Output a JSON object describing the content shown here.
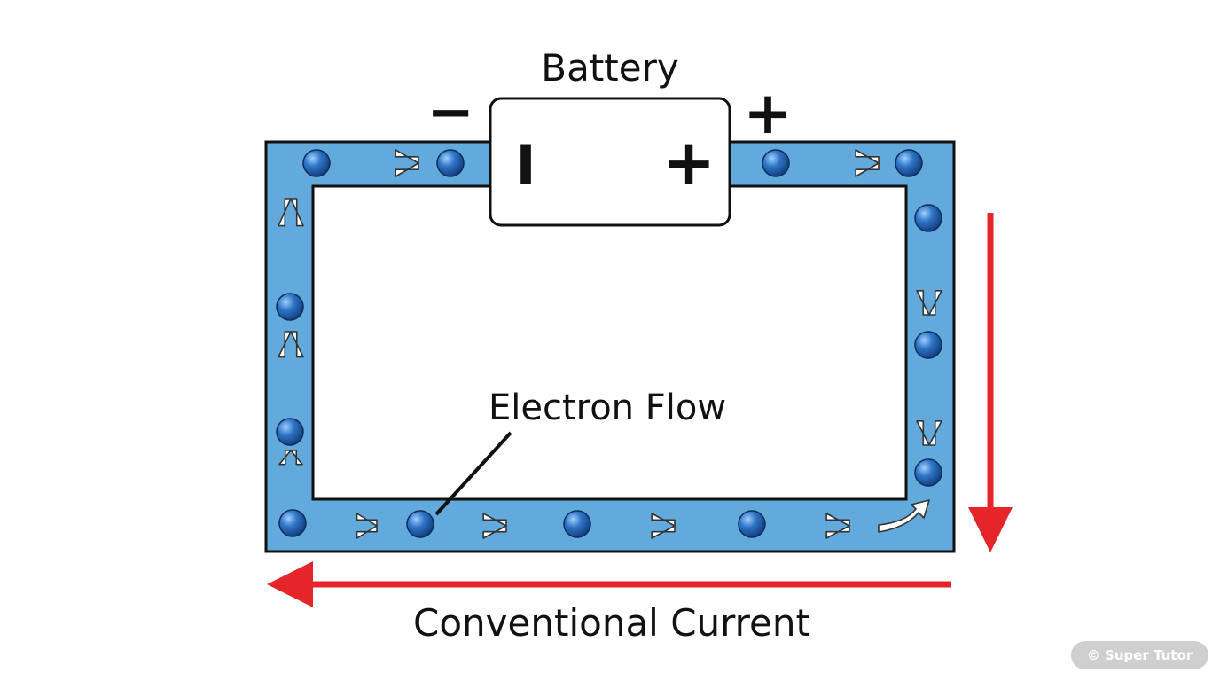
{
  "diagram": {
    "title": "Battery",
    "battery": {
      "negative_terminal": "−",
      "positive_terminal": "+",
      "inner_negative": "I",
      "inner_positive": "+"
    },
    "electron_flow_label": "Electron Flow",
    "conventional_current_label": "Conventional Current",
    "colors": {
      "wire": "#62a9dc",
      "wire_outline": "#111111",
      "electron": "#2a64b0",
      "flow_arrow": "#ffffff",
      "current_arrow": "#e5252a"
    },
    "icons": [
      "electron-icon",
      "flow-arrow-icon",
      "current-arrow-icon"
    ]
  },
  "watermark": "© Super Tutor"
}
